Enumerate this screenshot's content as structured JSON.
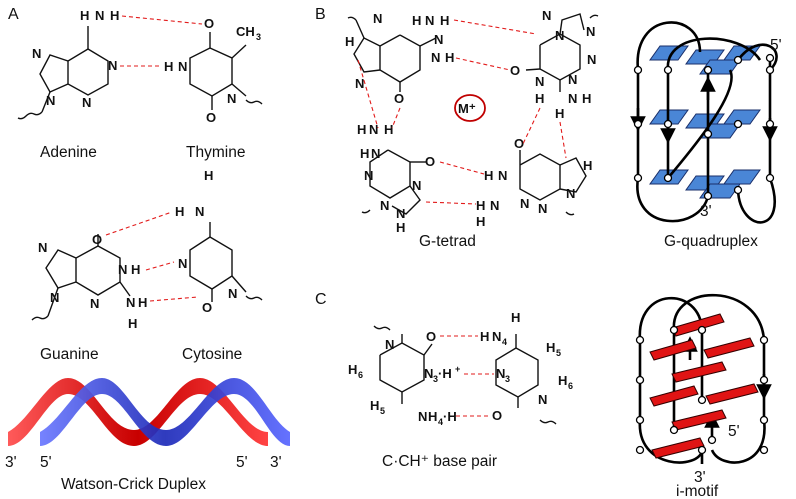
{
  "panels": {
    "a": "A",
    "b": "B",
    "c": "C"
  },
  "captions": {
    "adenine": "Adenine",
    "thymine": "Thymine",
    "guanine": "Guanine",
    "cytosine": "Cytosine",
    "duplex": "Watson-Crick Duplex",
    "g_tetrad": "G-tetrad",
    "g_quadruplex": "G-quadruplex",
    "c_pair": "C·CH⁺ base pair",
    "i_motif": "i-motif"
  },
  "duplex_ends": {
    "left_outer": "3'",
    "left_inner": "5'",
    "right_inner": "5'",
    "right_outer": "3'"
  },
  "quadruplex_ends": {
    "top": "5'",
    "bottom": "3'"
  },
  "imotif_ends": {
    "inner": "5'",
    "bottom": "3'"
  },
  "metal_ion": "M⁺",
  "colors": {
    "hbond": "#e21b1b",
    "red_strand": "#e0161b",
    "blue_strand": "#2f3fd1",
    "g_plane": "#4a86d6",
    "c_plane": "#e01414"
  }
}
